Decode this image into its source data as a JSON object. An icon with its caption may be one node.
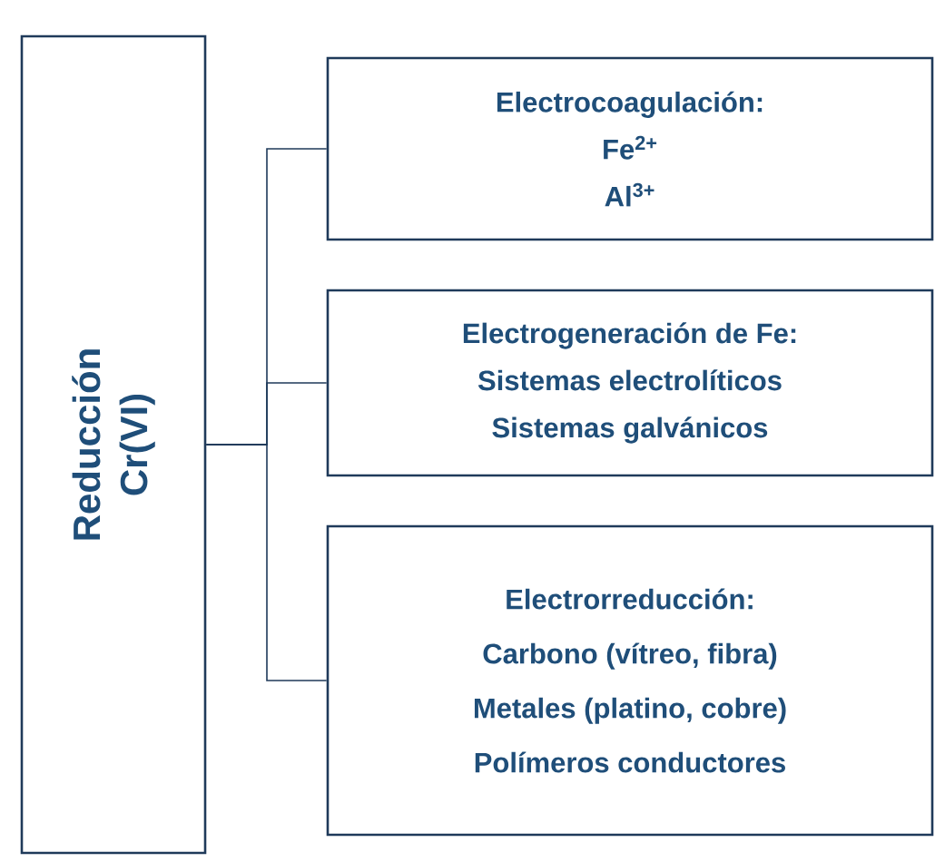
{
  "diagram": {
    "nodes": [
      {
        "text": [
          "Reducción Cr(VI)"
        ]
      },
      {
        "text": [
          "Electrocoagulación:",
          "Fe$^{2+}$",
          "Al$^{3+}$"
        ]
      },
      {
        "text": [
          "Electrogeneración de Fe:",
          "Sistemas electrolíticos",
          "Sistemas galvánicos"
        ]
      },
      {
        "text": [
          "Electrorreducción:",
          "Carbono (vítreo, fibra)",
          "Metales (platino, cobre)",
          "Polímeros conductores"
        ]
      }
    ],
    "edges": [
      {
        "from": 0,
        "to": 1,
        "arrow": "none"
      },
      {
        "from": 0,
        "to": 2,
        "arrow": "none"
      },
      {
        "from": 0,
        "to": 3,
        "arrow": "none"
      }
    ]
  }
}
